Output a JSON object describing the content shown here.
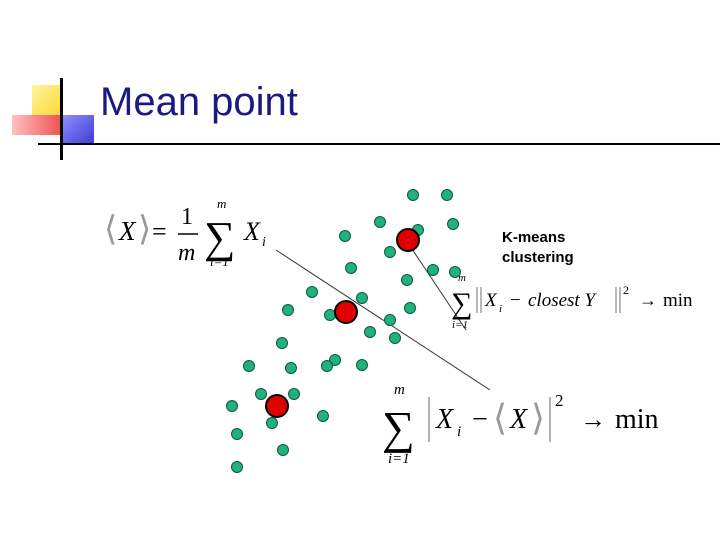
{
  "slide": {
    "title": "Mean point",
    "accent_colors": {
      "title": "#1a1a80",
      "yellow": "#fdd835",
      "red": "#f05050",
      "blue": "#3c3cd2"
    }
  },
  "annotation": {
    "lines": [
      "K-means",
      "clustering"
    ]
  },
  "formulas": {
    "mean": {
      "lhs": "X",
      "equals": "=",
      "numerator": "1",
      "denominator": "m",
      "sum_top": "m",
      "sum_bottom": "i=1",
      "term": "X",
      "term_subscript": "i"
    },
    "kmeans": {
      "sum_top": "m",
      "sum_bottom": "i=1",
      "term": "X",
      "term_subscript": "i",
      "minus": "−",
      "target": "closest Y",
      "power": "2",
      "arrow": "→",
      "result": "min"
    },
    "mean_objective": {
      "sum_top": "m",
      "sum_bottom": "i=1",
      "term": "X",
      "term_subscript": "i",
      "minus": "−",
      "target": "X",
      "power": "2",
      "arrow": "→",
      "result": "min"
    }
  },
  "points": {
    "data_color": "#20b27a",
    "center_color": "#e00000"
  }
}
